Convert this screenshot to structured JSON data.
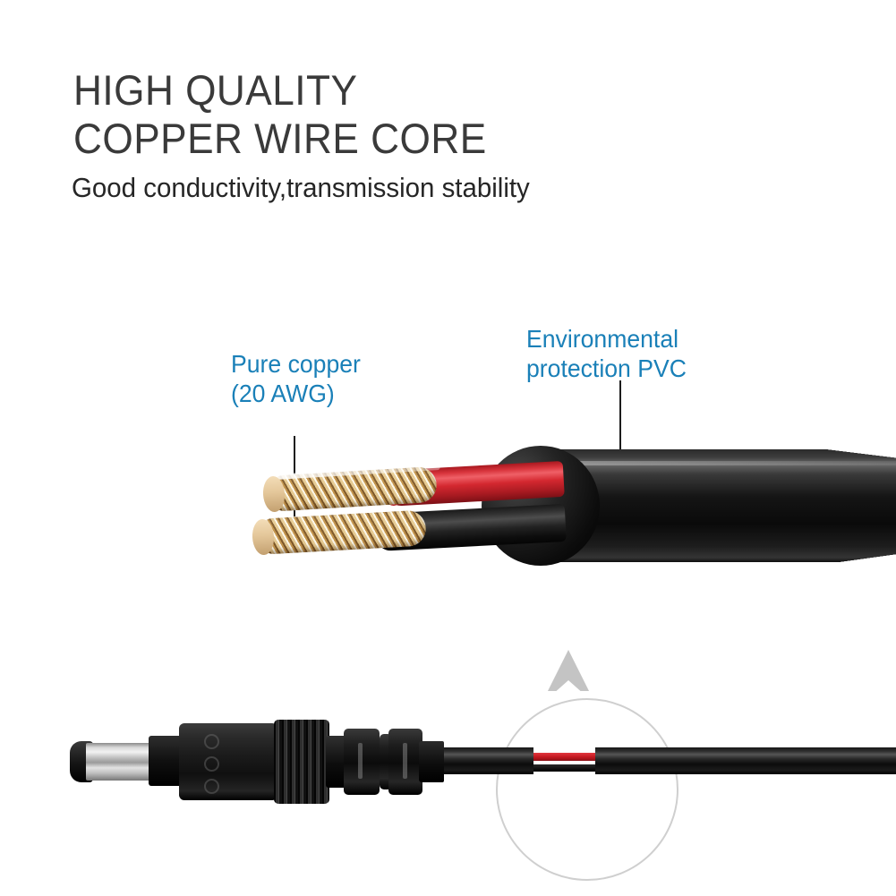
{
  "poster": {
    "background_color": "#ffffff",
    "headline": {
      "line1": "HIGH QUALITY",
      "line2": "COPPER WIRE CORE",
      "color": "#3a3a3a"
    },
    "subheadline": {
      "text": "Good conductivity,transmission stability",
      "color": "#262626"
    }
  },
  "callouts": [
    {
      "id": "pure-copper",
      "line1": "Pure copper",
      "line2": "(20 AWG)",
      "color": "#1a80b8"
    },
    {
      "id": "environmental-pvc",
      "line1": "Environmental",
      "line2": "protection PVC",
      "color": "#1a80b8"
    }
  ],
  "illustration": {
    "cutaway": {
      "jacket_color": "#0a0a0a",
      "red_wire_color": "#d02028",
      "black_wire_color": "#111111",
      "copper_color": "#c9a66b",
      "copper_end_color": "#e4c79a"
    },
    "connector": {
      "type": "dc-barrel-plug",
      "metal_tip_color": "#c8c8c8",
      "body_color": "#121212"
    },
    "magnifier": {
      "circle_color": "#cfcfcf",
      "arrow_color": "#c4c4c4",
      "inner_red_color": "#c2161e",
      "inner_black_color": "#000000"
    },
    "leader_line_color": "#1c1c1c"
  }
}
